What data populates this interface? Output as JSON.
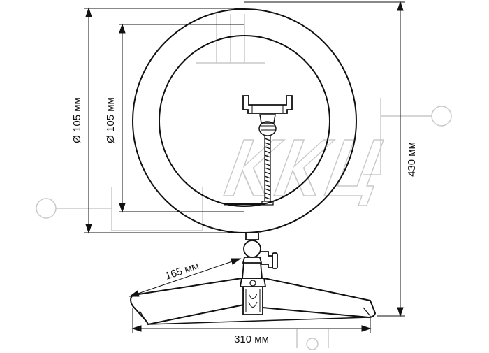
{
  "dimensions": {
    "outer_diameter": "Ø 105 мм",
    "inner_diameter": "Ø 105 мм",
    "total_height": "430 мм",
    "leg_length": "165 мм",
    "base_width": "310 мм"
  },
  "watermark": {
    "text": "ККЦ"
  },
  "colors": {
    "line": "#111111",
    "watermark": "#c8c8c8",
    "background": "#ffffff"
  }
}
